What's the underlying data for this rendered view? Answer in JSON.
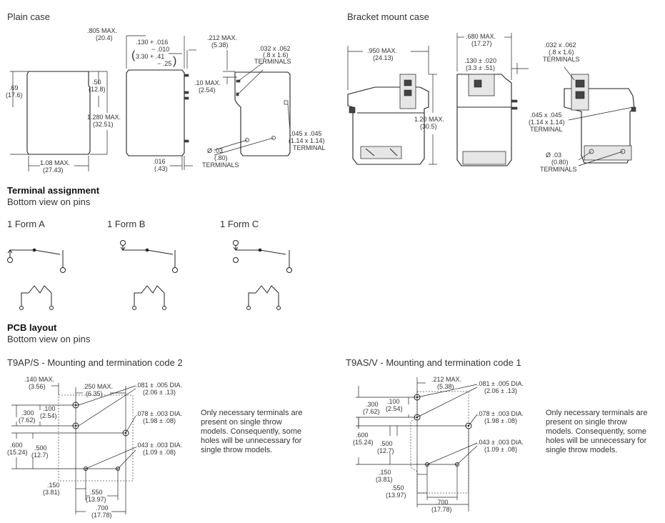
{
  "headings": {
    "plain_case": "Plain case",
    "bracket_case": "Bracket mount case",
    "terminal_assignment": "Terminal assignment",
    "terminal_sub": "Bottom view on pins",
    "pcb_layout": "PCB layout",
    "pcb_sub": "Bottom view on pins",
    "t9ap": "T9AP/S - Mounting and termination code 2",
    "t9as": "T9AS/V - Mounting and termination code 1"
  },
  "forms": [
    "1 Form A",
    "1 Form B",
    "1 Form C"
  ],
  "note": "Only necessary terminals are present on single throw models. Consequently, some holes will be unnecessary for single throw models.",
  "plain_dims": {
    "d805": ".805 MAX.",
    "d805m": "(20.4)",
    "d130": ".130 + .016",
    "d130b": "− .010",
    "d130c": "3.30 + .41",
    "d130d": "− .25",
    "d212": ".212 MAX.",
    "d212m": "(5.38)",
    "d032": ".032 x .062",
    "d032m": "(.8 x 1.6)",
    "d032t": "TERMINALS",
    "d69": ".69",
    "d69m": "(17.6)",
    "d50": ".50",
    "d50m": "(12.8)",
    "d1280": "1.280 MAX.",
    "d1280m": "(32.51)",
    "d10": ".10 MAX.",
    "d10m": "(2.54)",
    "d108": "1.08 MAX.",
    "d108m": "(27.43)",
    "d016": ".016",
    "d016m": "(.43)",
    "d03": "Ø .03",
    "d03m": "(.80)",
    "d03t": "TERMINALS",
    "d045": ".045 x .045",
    "d045m": "(1.14 x 1.14)",
    "d045t": "TERMINAL"
  },
  "bracket_dims": {
    "d950": ".950 MAX.",
    "d950m": "(24.13)",
    "d680": ".680 MAX.",
    "d680m": "(17.27)",
    "d130": ".130 ± .020",
    "d130m": "(3.3 ± .51)",
    "d032": ".032 x .062",
    "d032m": "(.8 x 1.6)",
    "d032t": "TERMINALS",
    "d120": "1.20 MAX.",
    "d120m": "(30.5)",
    "d045": ".045 x .045",
    "d045m": "(1.14 x 1.14)",
    "d045t": "TERMINAL",
    "d03": "Ø .03",
    "d03m": "(0.80)",
    "d03t": "TERMINALS"
  },
  "pcb_left": {
    "d140": ".140 MAX.",
    "d140m": "(3.56)",
    "d250": ".250 MAX.",
    "d250m": "(6.35)",
    "d081": ".081 ± .005 DIA.",
    "d081m": "(2.06 ± .13)",
    "d300": ".300",
    "d300m": "(7.62)",
    "d100": ".100",
    "d100m": "(2.54)",
    "d078": ".078 ± .003 DIA.",
    "d078m": "(1.98 ± .08)",
    "d600": ".600",
    "d600m": "(15.24)",
    "d500": ".500",
    "d500m": "(12.7)",
    "d043": ".043 ± .003 DIA.",
    "d043m": "(1.09 ± .08)",
    "d150": ".150",
    "d150m": "(3.81)",
    "d550": ".550",
    "d550m": "(13.97)",
    "d700": ".700",
    "d700m": "(17.78)"
  },
  "pcb_right": {
    "d212": ".212 MAX.",
    "d212m": "(5.38)",
    "d081": ".081 ± .005 DIA.",
    "d081m": "(2.06 ± .13)",
    "d300": ".300",
    "d300m": "(7.62)",
    "d100": ".100",
    "d100m": "(2.54)",
    "d078": ".078 ± .003 DIA.",
    "d078m": "(1.98 ± .08)",
    "d600": ".600",
    "d600m": "(15.24)",
    "d500": ".500",
    "d500m": "(12.7)",
    "d043": ".043 ± .003 DIA.",
    "d043m": "(1.09 ± .08)",
    "d150": ".150",
    "d150m": "(3.81)",
    "d550": ".550",
    "d550m": "(13.97)",
    "d700": ".700",
    "d700m": "(17.78)"
  }
}
